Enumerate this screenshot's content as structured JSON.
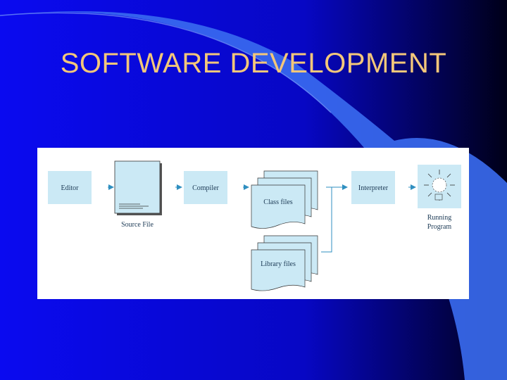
{
  "slide": {
    "title": "SOFTWARE DEVELOPMENT"
  },
  "diagram": {
    "editor_label": "Editor",
    "source_file_label": "Source File",
    "compiler_label": "Compiler",
    "class_files_label": "Class files",
    "library_files_label": "Library files",
    "interpreter_label": "Interpreter",
    "running_program_line1": "Running",
    "running_program_line2": "Program"
  },
  "colors": {
    "background_blue": "#0a0ae6",
    "background_dark": "#00002a",
    "accent_blue": "#3a6cf0",
    "title_color": "#f3c77a",
    "box_fill": "#cbe9f5",
    "arrow_color": "#2f8fc0"
  }
}
